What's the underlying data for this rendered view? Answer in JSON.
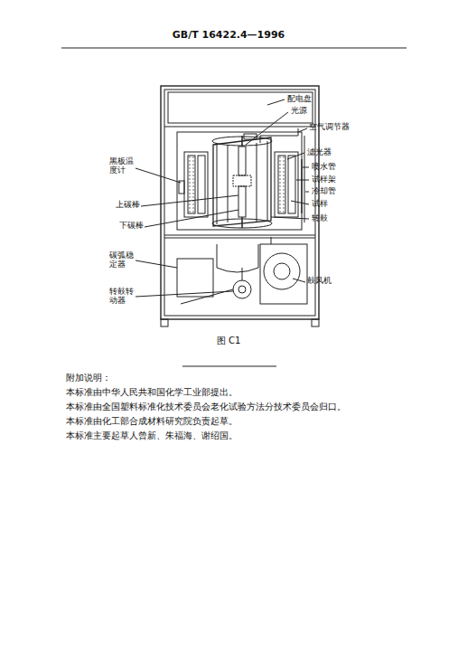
{
  "diagram": {
    "title": "GB/T 16422.4—1996",
    "caption": "图 C1",
    "labels": [
      "配电盘",
      "光源",
      "空气调节器",
      "黑板温度计",
      "滤光器",
      "喷水管",
      "试样架",
      "冷却管",
      "上碳棒",
      "试样",
      "下碳棒",
      "转鼓",
      "碳弧稳定器",
      "鼓风机",
      "转鼓转动器",
      "附加说明：",
      "本标准由中华人民共和国化学工业部提出。",
      "本标准由全国塑料标准化技术委员会老化试验方法分技术委员会归口。",
      "本标准由化工部合成材料研究院负责起草。",
      "本标准主要起草人曾新、朱福海、谢绍国。"
    ]
  }
}
